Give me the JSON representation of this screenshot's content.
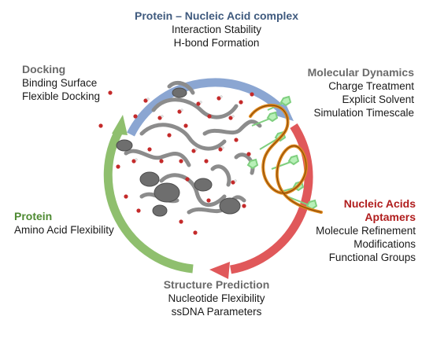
{
  "stages": {
    "top": {
      "title": "Protein – Nucleic Acid complex",
      "items": [
        "Interaction Stability",
        "H-bond Formation"
      ]
    },
    "docking": {
      "title": "Docking",
      "items": [
        "Binding Surface",
        "Flexible Docking"
      ]
    },
    "md": {
      "title": "Molecular Dynamics",
      "items": [
        "Charge Treatment",
        "Explicit Solvent",
        "Simulation Timescale"
      ]
    },
    "protein": {
      "title": "Protein",
      "items": [
        "Amino Acid Flexibility"
      ]
    },
    "na": {
      "title_lines": [
        "Nucleic Acids",
        "Aptamers"
      ],
      "items": [
        "Molecule Refinement",
        "Modifications",
        "Functional Groups"
      ]
    },
    "sp": {
      "title": "Structure Prediction",
      "items": [
        "Nucleotide Flexibility",
        "ssDNA Parameters"
      ]
    }
  },
  "colors": {
    "blue_arc": "#8ba6d2",
    "red_arc": "#e0585a",
    "green_arc": "#8fbf6e",
    "protein_gray": "#8c8c8c",
    "water_red": "#c42a2a",
    "aptamer_orange": "#e08a1e",
    "base_green": "#9be39b"
  }
}
